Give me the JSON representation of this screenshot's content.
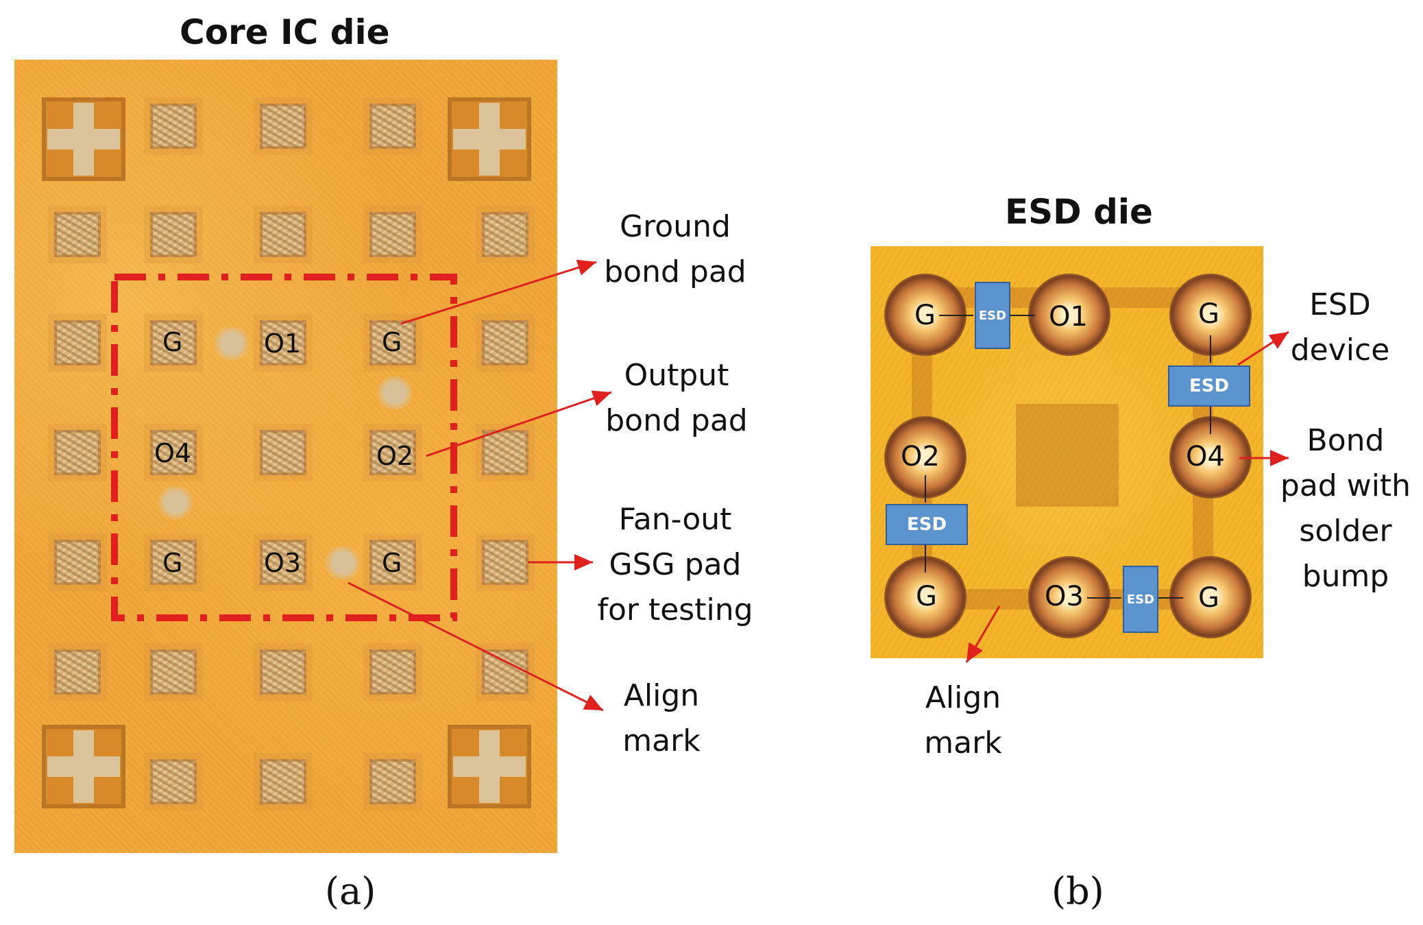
{
  "panel_a": {
    "title": "Core IC die",
    "caption": "(a)",
    "pad_labels": {
      "g1": "G",
      "o1": "O1",
      "g2": "G",
      "o4": "O4",
      "o2": "O2",
      "g3": "G",
      "o3": "O3",
      "g4": "G"
    },
    "annotations": {
      "ground_bond_pad": [
        "Ground",
        "bond pad"
      ],
      "output_bond_pad": [
        "Output",
        "bond pad"
      ],
      "fan_out_gsg": [
        "Fan-out",
        "GSG pad",
        "for testing"
      ],
      "align_mark": [
        "Align",
        "mark"
      ]
    }
  },
  "panel_b": {
    "title": "ESD die",
    "caption": "(b)",
    "pad_labels": {
      "g_tl": "G",
      "o1": "O1",
      "g_tr": "G",
      "o2": "O2",
      "o4": "O4",
      "g_bl": "G",
      "o3": "O3",
      "g_br": "G"
    },
    "esd_label": "ESD",
    "annotations": {
      "esd_device": [
        "ESD",
        "device"
      ],
      "bond_pad_solder": [
        "Bond",
        "pad with",
        "solder",
        "bump"
      ],
      "align_mark": [
        "Align",
        "mark"
      ]
    }
  },
  "colors": {
    "die_gold": "#f2a83a",
    "annotation_red": "#e01f1f",
    "esd_blue": "#5b93cf"
  }
}
